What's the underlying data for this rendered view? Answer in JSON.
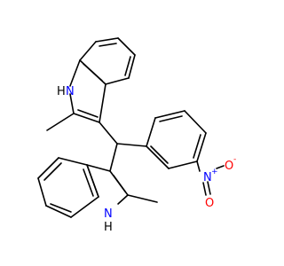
{
  "structure": {
    "atoms": {
      "nh_top": {
        "element": "N",
        "h_count": "1",
        "h": "H",
        "n": "N",
        "color": "#0000ff",
        "h_color": "#000000"
      },
      "nh_bottom": {
        "element": "N",
        "h_count": "1",
        "h": "H",
        "n": "N",
        "color": "#0000ff",
        "h_color": "#000000"
      },
      "nitro_n": {
        "text": "N",
        "charge": "+",
        "color": "#0000ff"
      },
      "nitro_o_single": {
        "text": "O",
        "charge": "-",
        "color": "#ff0000"
      },
      "nitro_o_double": {
        "text": "O",
        "color": "#ff0000"
      }
    },
    "colors": {
      "bond": "#000000",
      "nitrogen": "#0000ff",
      "oxygen": "#ff0000",
      "background": "#ffffff"
    }
  }
}
